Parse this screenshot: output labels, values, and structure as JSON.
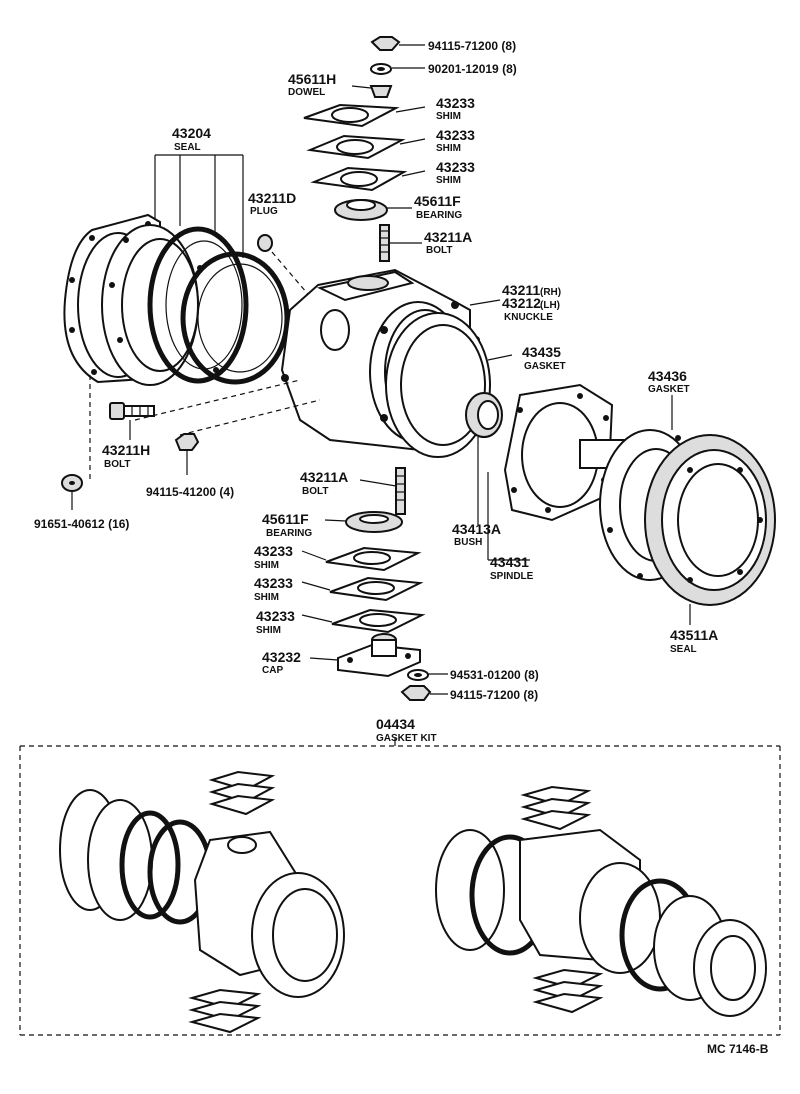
{
  "labels": {
    "nut_top": "94115-71200 (8)",
    "washer_top": "90201-12019 (8)",
    "dowel_pn": "45611H",
    "dowel_nm": "DOWEL",
    "shim1_pn": "43233",
    "shim1_nm": "SHIM",
    "shim2_pn": "43233",
    "shim2_nm": "SHIM",
    "shim3_pn": "43233",
    "shim3_nm": "SHIM",
    "seal_pn": "43204",
    "seal_nm": "SEAL",
    "plug_pn": "43211D",
    "plug_nm": "PLUG",
    "bearing_top_pn": "45611F",
    "bearing_top_nm": "BEARING",
    "bolt_top_pn": "43211A",
    "bolt_top_nm": "BOLT",
    "knuckle_rh_pn": "43211",
    "knuckle_rh_sfx": "(RH)",
    "knuckle_lh_pn": "43212",
    "knuckle_lh_sfx": "(LH)",
    "knuckle_nm": "KNUCKLE",
    "gasket1_pn": "43435",
    "gasket1_nm": "GASKET",
    "gasket2_pn": "43436",
    "gasket2_nm": "GASKET",
    "bolth_pn": "43211H",
    "bolth_nm": "BOLT",
    "nut4_pn": "94115-41200 (4)",
    "washer16_pn": "91651-40612 (16)",
    "bolt_bot_pn": "43211A",
    "bolt_bot_nm": "BOLT",
    "bearing_bot_pn": "45611F",
    "bearing_bot_nm": "BEARING",
    "bush_pn": "43413A",
    "bush_nm": "BUSH",
    "spindle_pn": "43431",
    "spindle_nm": "SPINDLE",
    "shim4_pn": "43233",
    "shim4_nm": "SHIM",
    "shim5_pn": "43233",
    "shim5_nm": "SHIM",
    "shim6_pn": "43233",
    "shim6_nm": "SHIM",
    "cap_pn": "43232",
    "cap_nm": "CAP",
    "seal2_pn": "43511A",
    "seal2_nm": "SEAL",
    "washer_bot": "94531-01200 (8)",
    "nut_bot": "94115-71200 (8)",
    "kit_pn": "04434",
    "kit_nm": "GASKET KIT",
    "ref": "MC 7146-B"
  }
}
